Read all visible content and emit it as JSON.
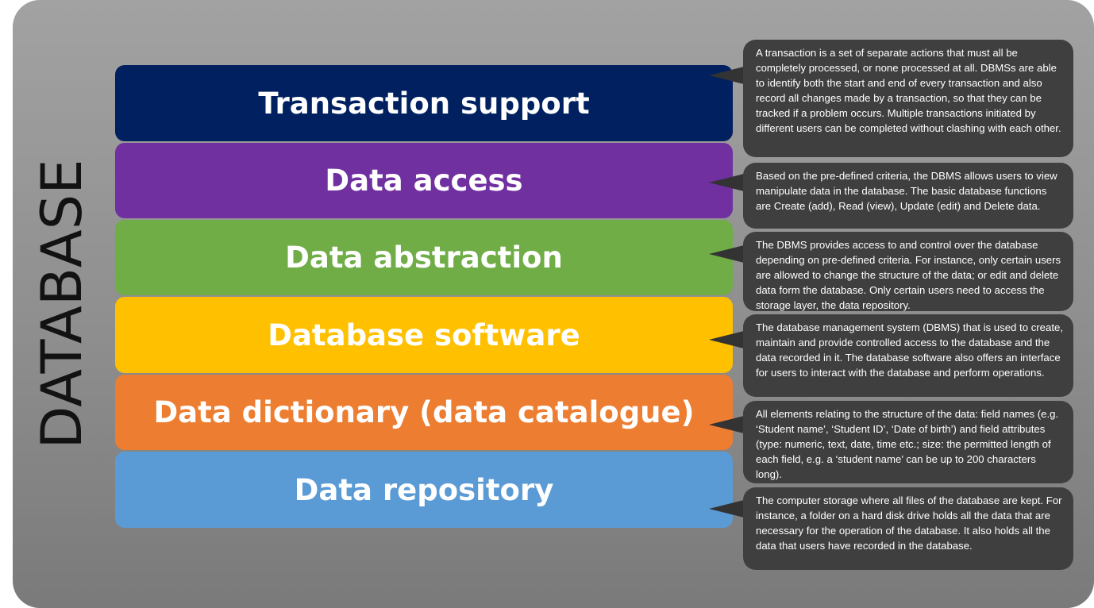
{
  "side_title": "DATABASE",
  "layers": [
    {
      "label": "Transaction support",
      "color": "#002060"
    },
    {
      "label": "Data access",
      "color": "#7030a0"
    },
    {
      "label": "Data abstraction",
      "color": "#70ad47"
    },
    {
      "label": "Database software",
      "color": "#ffc000"
    },
    {
      "label": "Data dictionary (data catalogue)",
      "color": "#ed7d31"
    },
    {
      "label": "Data repository",
      "color": "#5b9bd5"
    }
  ],
  "descriptions": [
    "A transaction is a set of separate actions that must all be completely processed, or none processed at all. DBMSs are able to identify both the start and end of every transaction and also record all changes made by a transaction, so that they can be tracked if a problem occurs. Multiple transactions initiated by different users can be completed without clashing with each other.",
    "Based on the pre-defined criteria, the DBMS allows users to view manipulate data in the database. The basic database functions are Create (add), Read (view), Update (edit) and Delete data.",
    "The DBMS provides access to and control over the database depending on pre-defined criteria. For instance, only certain users are allowed to change the structure of the data; or edit and delete data form the database. Only certain users need to access the storage layer, the data repository.",
    "The database management system (DBMS)  that is used to create, maintain and provide controlled access to the database and the data recorded in it. The database software also offers an interface for users to interact with the database and perform operations.",
    "All elements relating to the structure of the data: field names (e.g. ‘Student name’, ‘Student ID’, ‘Date of birth’) and field attributes (type: numeric, text, date, time etc.; size: the permitted length of each field, e.g. a ‘student name’ can be up to 200 characters long).",
    "The computer storage where all files of the database are kept. For instance, a folder on a hard disk drive holds all the data that are necessary for the  operation of the database. It also holds all the data that users have recorded in the database."
  ]
}
